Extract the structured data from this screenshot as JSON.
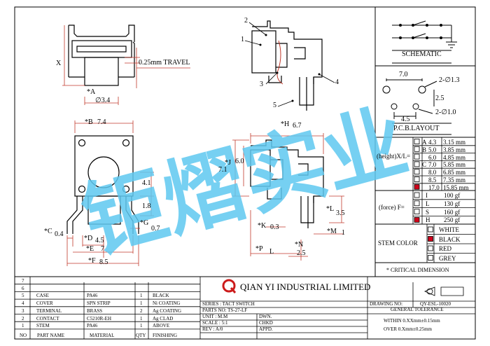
{
  "dims": {
    "x": "X",
    "a": "*A",
    "dia34": "∅3.4",
    "travel": "0.25mm TRAVEL",
    "b": "*B",
    "b_val": "7.4",
    "h": "*H",
    "h_val": "6.7",
    "j": "*J",
    "j_val": "7.1",
    "j_inner": "6.0",
    "d41": "4.1",
    "d18": "1.8",
    "g": "*G",
    "g_val": "0.7",
    "c": "*C",
    "c_val": "0.4",
    "d": "*D",
    "d_val": "4.5",
    "e": "*E",
    "e_val": "7",
    "f": "*F",
    "f_val": "8.5",
    "l": "*L",
    "l_val": "3.5",
    "k": "*K",
    "k_val": "0.3",
    "m": "*M",
    "m_val": "1",
    "n": "*N",
    "n_val": "2.5",
    "p": "*P",
    "p_val": "L",
    "b1": "1",
    "b2": "2",
    "b3": "3",
    "b4": "4",
    "b5": "5"
  },
  "schematic": {
    "label": "SCHEMATIC"
  },
  "pcb": {
    "label": "P.C.B.LAYOUT",
    "d70": "7.0",
    "d13": "2-∅1.3",
    "d25": "2.5",
    "d45": "4.5",
    "d10": "2-∅1.0"
  },
  "height_table": {
    "label": "(height)X/L=",
    "rows": [
      {
        "code": "A",
        "x": "4.3",
        "l": "3.15 mm",
        "checked": false
      },
      {
        "code": "B",
        "x": "5.0",
        "l": "3.85 mm",
        "checked": false
      },
      {
        "code": "",
        "x": "6.0",
        "l": "4.85 mm",
        "checked": false
      },
      {
        "code": "C",
        "x": "7.0",
        "l": "5.85 mm",
        "checked": false
      },
      {
        "code": "",
        "x": "8.0",
        "l": "6.85 mm",
        "checked": false
      },
      {
        "code": "",
        "x": "8.5",
        "l": "7.35 mm",
        "checked": false
      },
      {
        "code": "",
        "x": "17.0",
        "l": "15.85 mm",
        "checked": true
      }
    ]
  },
  "force_table": {
    "label": "(force) F=",
    "rows": [
      {
        "code": "I",
        "v": "100 gf",
        "checked": false
      },
      {
        "code": "L",
        "v": "130 gf",
        "checked": false
      },
      {
        "code": "S",
        "v": "160 gf",
        "checked": false
      },
      {
        "code": "H",
        "v": "250 gf",
        "checked": true
      }
    ]
  },
  "stem_color": {
    "label": "STEM COLOR",
    "rows": [
      {
        "v": "WHITE",
        "checked": false
      },
      {
        "v": "BLACK",
        "checked": true
      },
      {
        "v": "RED",
        "checked": false
      },
      {
        "v": "GREY",
        "checked": false
      }
    ]
  },
  "critical": "* CRITICAL  DIMENSION",
  "watermark": "钜熠实业",
  "bom": {
    "rows": [
      {
        "no": "7",
        "part": "",
        "mat": "",
        "qty": "",
        "fin": ""
      },
      {
        "no": "6",
        "part": "",
        "mat": "",
        "qty": "",
        "fin": ""
      },
      {
        "no": "5",
        "part": "CASE",
        "mat": "PA46",
        "qty": "1",
        "fin": "BLACK"
      },
      {
        "no": "4",
        "part": "COVER",
        "mat": "SPN STRIP",
        "qty": "1",
        "fin": "Ni COATING"
      },
      {
        "no": "3",
        "part": "TERMINAL",
        "mat": "BRASS",
        "qty": "2",
        "fin": "Ag COATING"
      },
      {
        "no": "2",
        "part": "CONTACT",
        "mat": "C5210R-EH",
        "qty": "1",
        "fin": "Ag CLAD"
      },
      {
        "no": "1",
        "part": "STEM",
        "mat": "PA46",
        "qty": "1",
        "fin": "ABOVE"
      }
    ],
    "head": {
      "no": "NO",
      "part": "PART NAME",
      "mat": "MATERIAL",
      "qty": "QTY",
      "fin": "FINISHING"
    }
  },
  "title_block": {
    "company": "QIAN YI INDUSTRIAL LIMITED",
    "series": "SERIES : TACT SWITCH",
    "partsno": "PARTS NO: TS-27-LF",
    "unit": "UNIT : M.M",
    "scale": "SCALE : 5:1",
    "rev": "REV  : A/0",
    "dwn": "DWN.",
    "chkd": "CHKD",
    "appd": "APPD.",
    "drawing_no_label": "DRAWING NO:",
    "drawing_no": "QY-ESL-10020",
    "tol_title": "GENERAL TOLERANCE",
    "tol1": "WITHIN 0.XXmm±0.15mm",
    "tol2": "OVER   0.Xmm±0.25mm"
  },
  "colors": {
    "line": "#000000",
    "dim": "#c0392b",
    "watermark": "#5ec8f0",
    "logo": "#cc1b1b",
    "check": "#d0021b"
  }
}
